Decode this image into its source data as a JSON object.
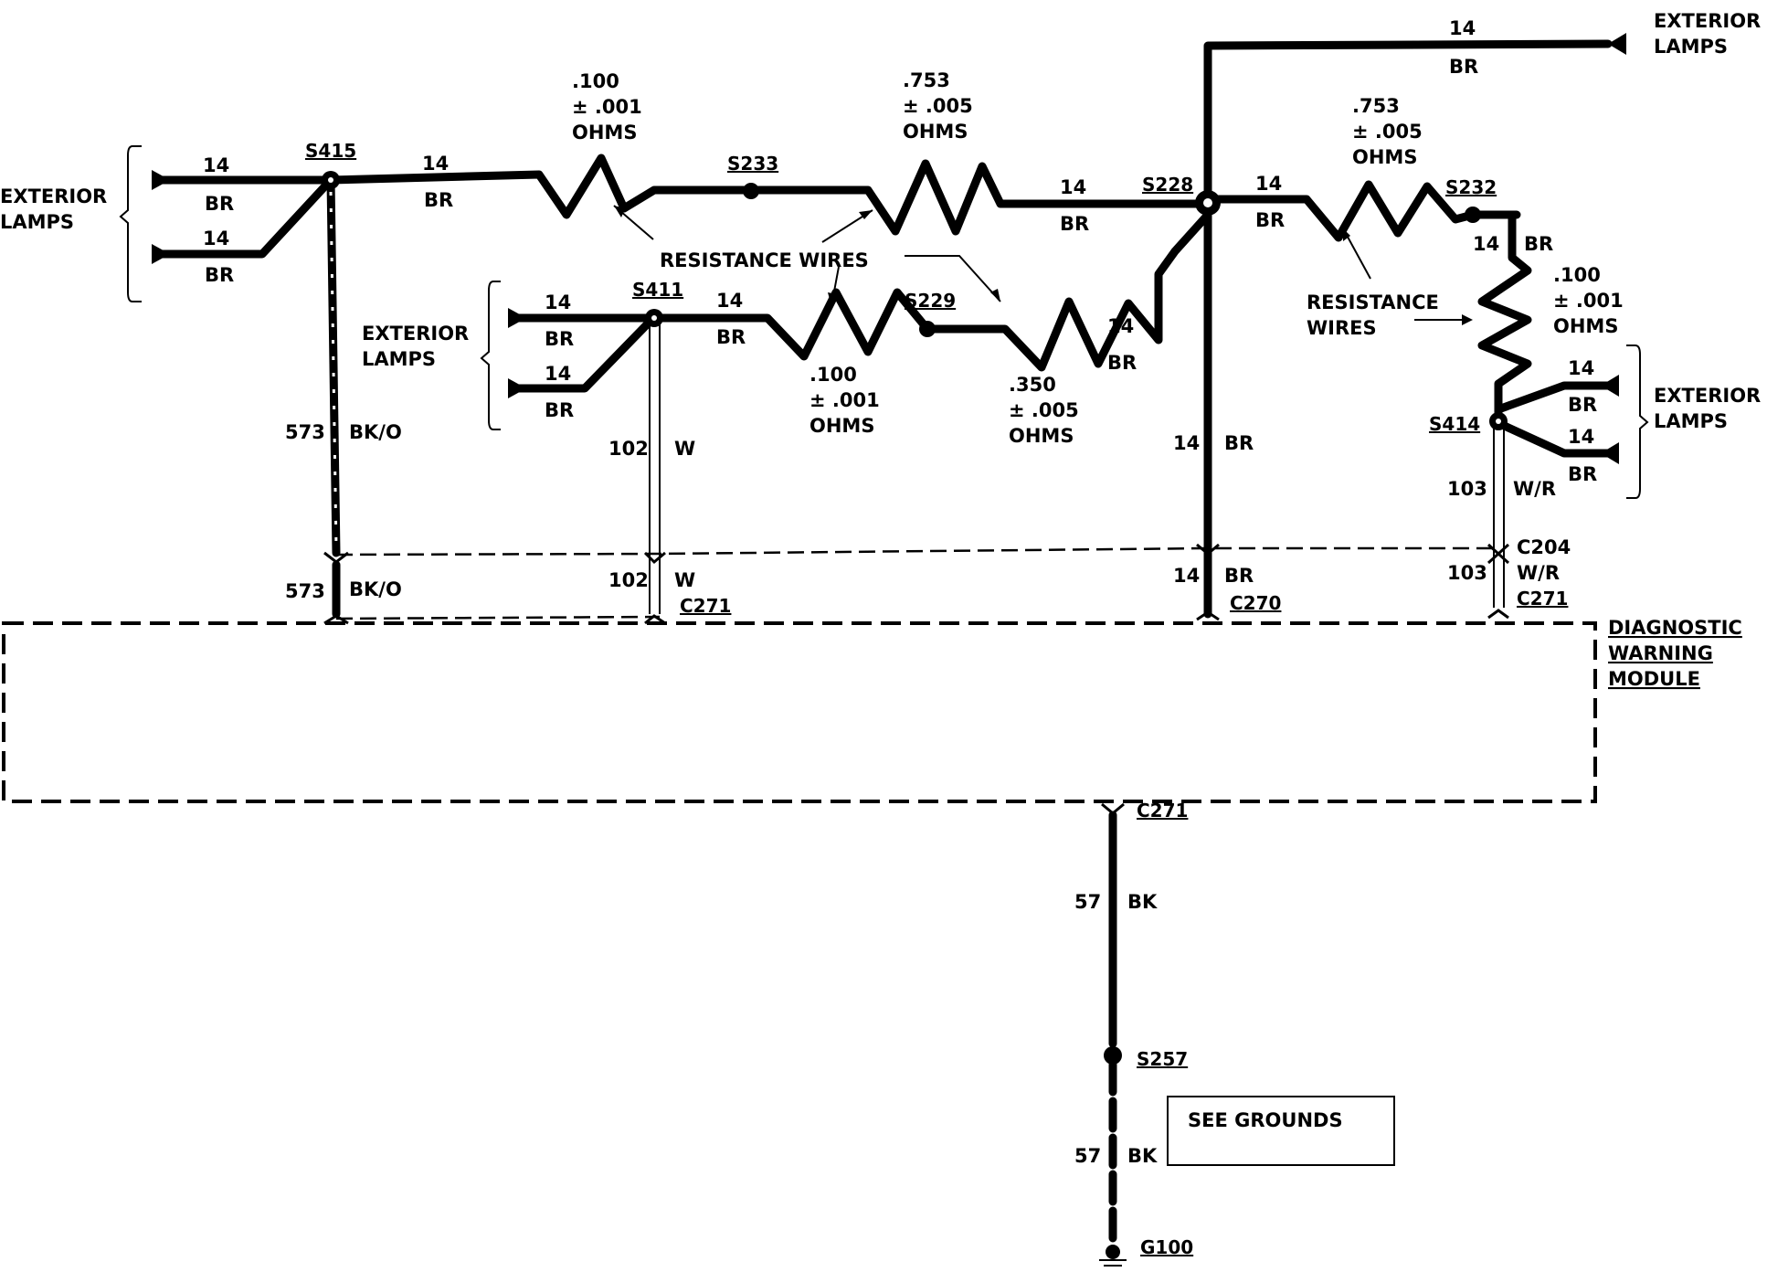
{
  "colors": {
    "ink": "#000000",
    "background": "#ffffff"
  },
  "groups": {
    "ext_lamps_left": "EXTERIOR\nLAMPS",
    "ext_lamps_mid": "EXTERIOR\nLAMPS",
    "ext_lamps_top": "EXTERIOR\nLAMPS",
    "ext_lamps_right": "EXTERIOR\nLAMPS"
  },
  "module": {
    "label": "DIAGNOSTIC\nWARNING\nMODULE"
  },
  "callouts": {
    "resistance_wires_center": "RESISTANCE WIRES",
    "resistance_wires_right": "RESISTANCE\nWIRES"
  },
  "resistors": {
    "r1": {
      "value": ".100",
      "tolerance": "± .001",
      "unit": "OHMS"
    },
    "r2": {
      "value": ".753",
      "tolerance": "± .005",
      "unit": "OHMS"
    },
    "r3": {
      "value": ".753",
      "tolerance": "± .005",
      "unit": "OHMS"
    },
    "r4": {
      "value": ".100",
      "tolerance": "± .001",
      "unit": "OHMS"
    },
    "r5": {
      "value": ".350",
      "tolerance": "± .005",
      "unit": "OHMS"
    },
    "r6": {
      "value": ".100",
      "tolerance": "± .001",
      "unit": "OHMS"
    }
  },
  "splices": {
    "s415": "S415",
    "s233": "S233",
    "s228": "S228",
    "s232": "S232",
    "s411": "S411",
    "s229": "S229",
    "s414": "S414",
    "s257": "S257"
  },
  "connectors": {
    "c271_a": "C271",
    "c271_b": "C271",
    "c270": "C270",
    "c204": "C204",
    "c271_c": "C271",
    "c271_d": "C271"
  },
  "ground": {
    "label": "G100",
    "note": "SEE GROUNDS"
  },
  "wires": {
    "gauge": "14",
    "color_br": "BR",
    "c573": {
      "circuit": "573",
      "color": "BK/O"
    },
    "c102": {
      "circuit": "102",
      "color": "W"
    },
    "c103": {
      "circuit": "103",
      "color": "W/R"
    },
    "c57": {
      "circuit": "57",
      "color": "BK"
    },
    "c14": {
      "circuit": "14",
      "color": "BR"
    }
  }
}
